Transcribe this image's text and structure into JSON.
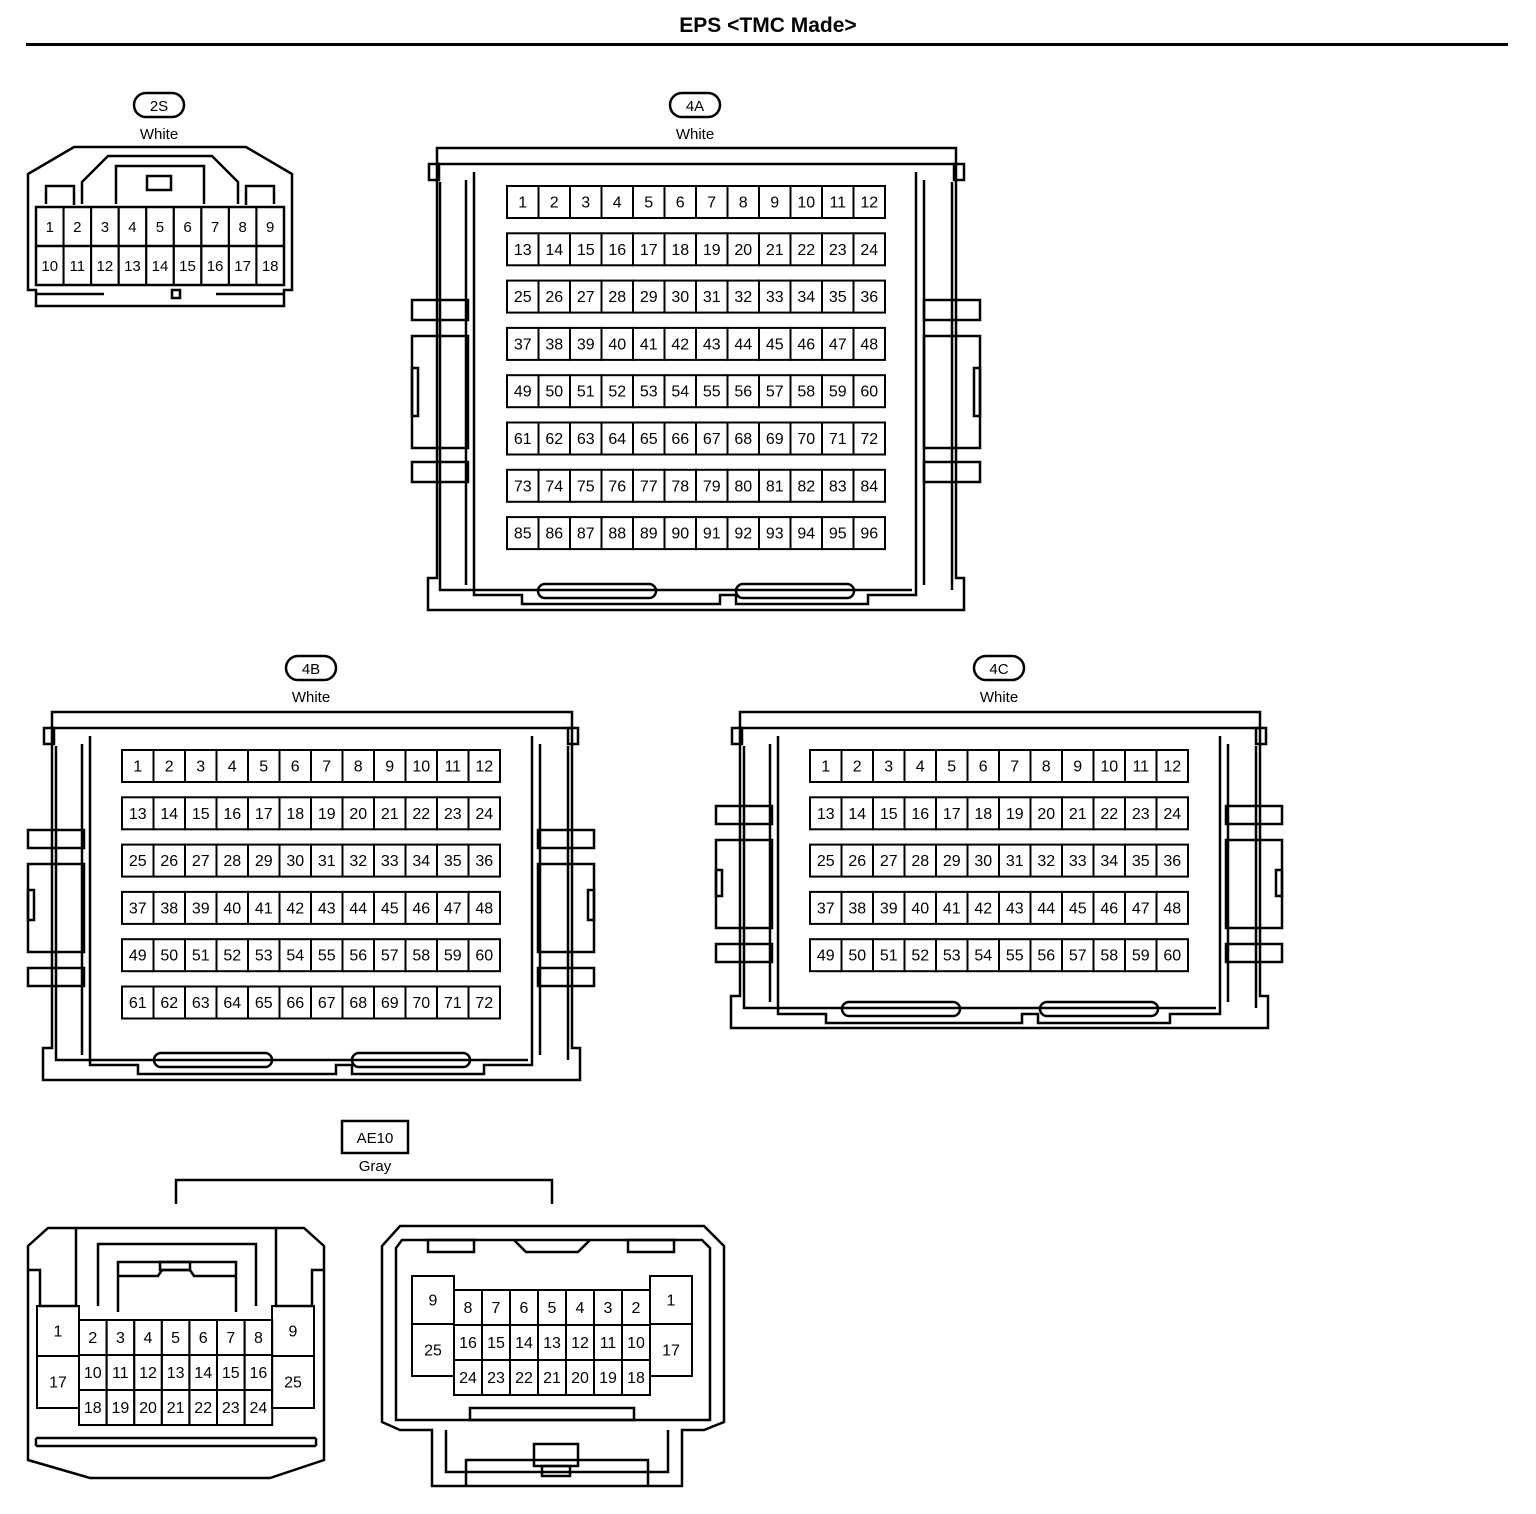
{
  "title": "EPS <TMC Made>",
  "connectors": {
    "c2s": {
      "code": "2S",
      "color": "White",
      "rows": [
        [
          1,
          2,
          3,
          4,
          5,
          6,
          7,
          8,
          9
        ],
        [
          10,
          11,
          12,
          13,
          14,
          15,
          16,
          17,
          18
        ]
      ]
    },
    "c4a": {
      "code": "4A",
      "color": "White",
      "cols": 12,
      "rows": 8
    },
    "c4b": {
      "code": "4B",
      "color": "White",
      "cols": 12,
      "rows": 6
    },
    "c4c": {
      "code": "4C",
      "color": "White",
      "cols": 12,
      "rows": 5
    },
    "ae10": {
      "code": "AE10",
      "color": "Gray",
      "left_view": {
        "side_left": [
          1,
          17
        ],
        "side_right": [
          9,
          25
        ],
        "rows": [
          [
            2,
            3,
            4,
            5,
            6,
            7,
            8
          ],
          [
            10,
            11,
            12,
            13,
            14,
            15,
            16
          ],
          [
            18,
            19,
            20,
            21,
            22,
            23,
            24
          ]
        ]
      },
      "right_view": {
        "side_left": [
          9,
          25
        ],
        "side_right": [
          1,
          17
        ],
        "rows": [
          [
            8,
            7,
            6,
            5,
            4,
            3,
            2
          ],
          [
            16,
            15,
            14,
            13,
            12,
            11,
            10
          ],
          [
            24,
            23,
            22,
            21,
            20,
            19,
            18
          ]
        ]
      }
    }
  }
}
